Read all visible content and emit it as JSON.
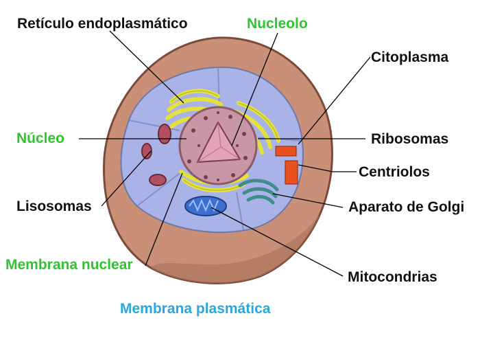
{
  "diagram": {
    "labels": {
      "reticulo": "Retículo endoplasmático",
      "nucleolo": "Nucleolo",
      "citoplasma": "Citoplasma",
      "nucleo": "Núcleo",
      "ribosomas": "Ribosomas",
      "centriolos": "Centriolos",
      "lisosomas": "Lisosomas",
      "golgi": "Aparato de Golgi",
      "membrana_nuclear": "Membrana nuclear",
      "mitocondrias": "Mitocondrias",
      "membrana_plasmatica": "Membrana plasmática"
    },
    "colors": {
      "label_black": "#111111",
      "label_green": "#2fc52f",
      "label_blue": "#2aa7dc",
      "outer_membrane": "#c98f77",
      "cytoplasm": "#aab3e8",
      "nucleus": "#c896a5",
      "nucleolus": "#e2a3b8",
      "endoplasmic_reticulum": "#e4e23a",
      "centrioles": "#e8501e",
      "golgi": "#3f8c8c",
      "mitochondria": "#3c6fd0"
    }
  }
}
